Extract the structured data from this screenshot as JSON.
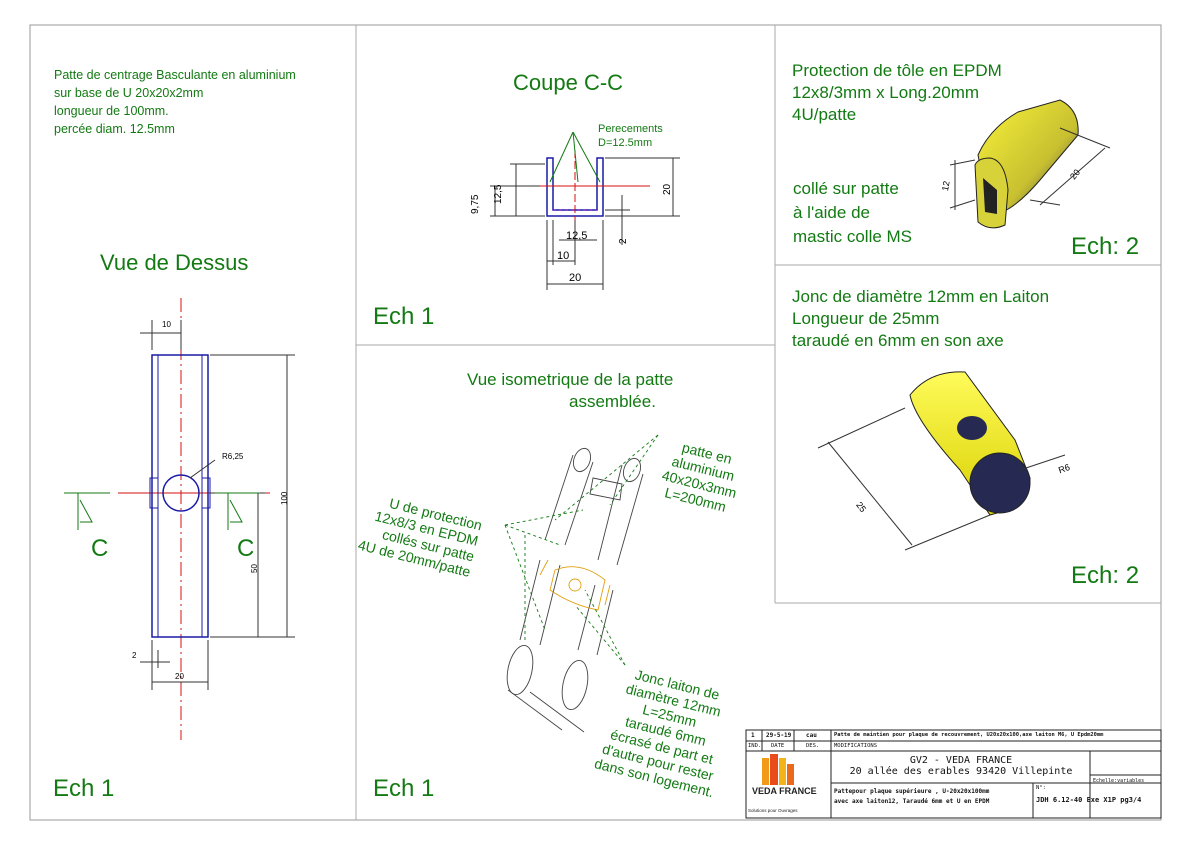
{
  "colors": {
    "green": "#137a13",
    "blue": "#1a1aa6",
    "red": "#d41010",
    "yellow": "#f0f000",
    "frame": "#888888"
  },
  "left_panel": {
    "description": [
      "Patte de centrage Basculante en aluminium",
      "sur base de U 20x20x2mm",
      "longueur de 100mm.",
      "percée diam. 12.5mm"
    ],
    "title": "Vue de Dessus",
    "dims": {
      "top_width": "10",
      "radius": "R6,25",
      "height_total": "100",
      "height_half": "50",
      "thickness": "2",
      "width": "20"
    },
    "section_mark": "C",
    "scale": "Ech 1"
  },
  "section_panel": {
    "title": "Coupe C-C",
    "note": [
      "Perecements",
      "D=12.5mm"
    ],
    "dims": {
      "d12_5_v": "12,5",
      "d9_75": "9,75",
      "d20_v": "20",
      "d12_5_h": "12,5",
      "d2": "2",
      "d10": "10",
      "d20_h": "20"
    },
    "scale": "Ech 1"
  },
  "iso_panel": {
    "title": [
      "Vue isometrique de la patte",
      "assemblée."
    ],
    "label_patte": [
      "patte en",
      "aluminium",
      "40x20x3mm",
      "L=200mm"
    ],
    "label_u": [
      "U de protection",
      "12x8/3 en EPDM",
      "collés sur patte",
      "4U de 20mm/patte"
    ],
    "label_jonc": [
      "Jonc laiton de",
      "diamètre 12mm",
      "L=25mm",
      "taraudé 6mm",
      "écrasé de part et",
      "d'autre pour rester",
      "dans son logement."
    ],
    "scale": "Ech 1"
  },
  "epdm_panel": {
    "title": [
      "Protection de tôle en EPDM",
      "12x8/3mm x Long.20mm",
      "4U/patte"
    ],
    "note": [
      "collé sur patte",
      "à l'aide de",
      "mastic colle MS"
    ],
    "dim_h": "12",
    "dim_l": "20",
    "scale": "Ech: 2"
  },
  "jonc_panel": {
    "title": [
      "Jonc de diamètre 12mm en Laiton",
      "Longueur de 25mm",
      "taraudé en 6mm en son axe"
    ],
    "dim_l": "25",
    "dim_r": "R6",
    "scale": "Ech: 2"
  },
  "title_block": {
    "rev": {
      "ind": "1",
      "date": "29-5-19",
      "des": "cau",
      "modification": "Patte de maintien pour plaque de recouvrement, U20x20x100,axe laiton M6, U Epdm20mm"
    },
    "headers": {
      "ind": "IND.",
      "date": "DATE",
      "des": "DES.",
      "modifications": "MODIFICATIONS"
    },
    "company": [
      "GV2 - VEDA FRANCE",
      "20 allée des erables 93420 Villepinte"
    ],
    "scale_label": "Echelle:variables",
    "description": [
      "Pattepour plaque supérieure , U-20x20x100mm",
      "avec axe laiton12, Taraudé 6mm et U en EPDM"
    ],
    "number_label": "N°:",
    "number": "JDH 6.12-40 Exe X1P pg3/4",
    "logo_text": "VEDA FRANCE",
    "logo_sub": "Solutions pour Ouvrages"
  }
}
